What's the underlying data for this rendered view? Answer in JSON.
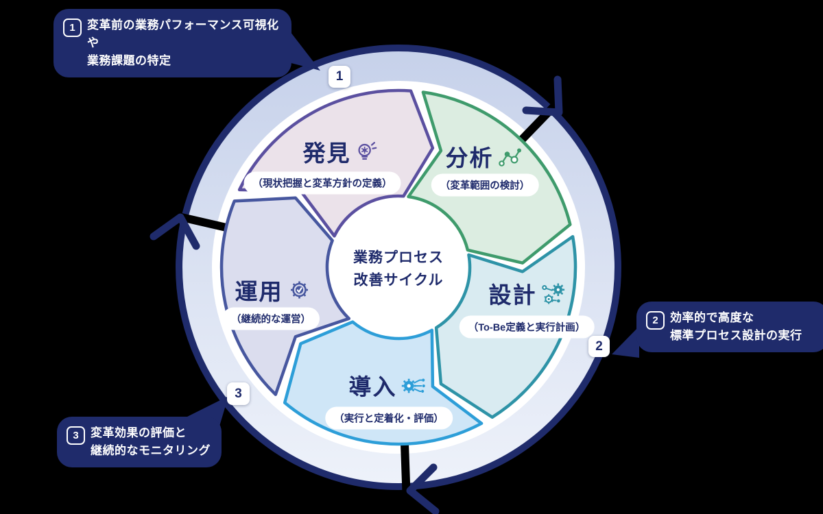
{
  "center": {
    "line1": "業務プロセス",
    "line2": "改善サイクル"
  },
  "segments": [
    {
      "name": "discovery",
      "title": "発見",
      "subtitle": "（現状把握と変革方針の定義）",
      "icon": "lightbulb-gear-icon",
      "border_color": "#5b50a0",
      "fill_color": "#ebe2ea"
    },
    {
      "name": "analysis",
      "title": "分析",
      "subtitle": "（変革範囲の検討）",
      "icon": "network-nodes-icon",
      "border_color": "#3f9b6c",
      "fill_color": "#dcede1"
    },
    {
      "name": "design",
      "title": "設計",
      "subtitle": "（To-Be定義と実行計画）",
      "icon": "gears-icon",
      "border_color": "#2e93a7",
      "fill_color": "#d9ebf1"
    },
    {
      "name": "implementation",
      "title": "導入",
      "subtitle": "（実行と定着化・評価）",
      "icon": "gear-circuit-icon",
      "border_color": "#2d9ed8",
      "fill_color": "#cfe6f7"
    },
    {
      "name": "operation",
      "title": "運用",
      "subtitle": "（継続的な運営）",
      "icon": "gear-check-icon",
      "border_color": "#47579f",
      "fill_color": "#dbddee"
    }
  ],
  "callouts": [
    {
      "number": "1",
      "line1": "変革前の業務パフォーマンス可視化や",
      "line2": "業務課題の特定"
    },
    {
      "number": "2",
      "line1": "効率的で高度な",
      "line2": "標準プロセス設計の実行"
    },
    {
      "number": "3",
      "line1": "変革効果の評価と",
      "line2": "継続的なモニタリング"
    }
  ],
  "ring_markers": [
    {
      "label": "1"
    },
    {
      "label": "2"
    },
    {
      "label": "3"
    }
  ],
  "colors": {
    "navy": "#1f2b6b",
    "callout_bg": "#1f2c6d",
    "band_top": "#c6d1ea",
    "band_bottom": "#eef2fa",
    "text_navy": "#1e2a6b",
    "white": "#ffffff"
  }
}
